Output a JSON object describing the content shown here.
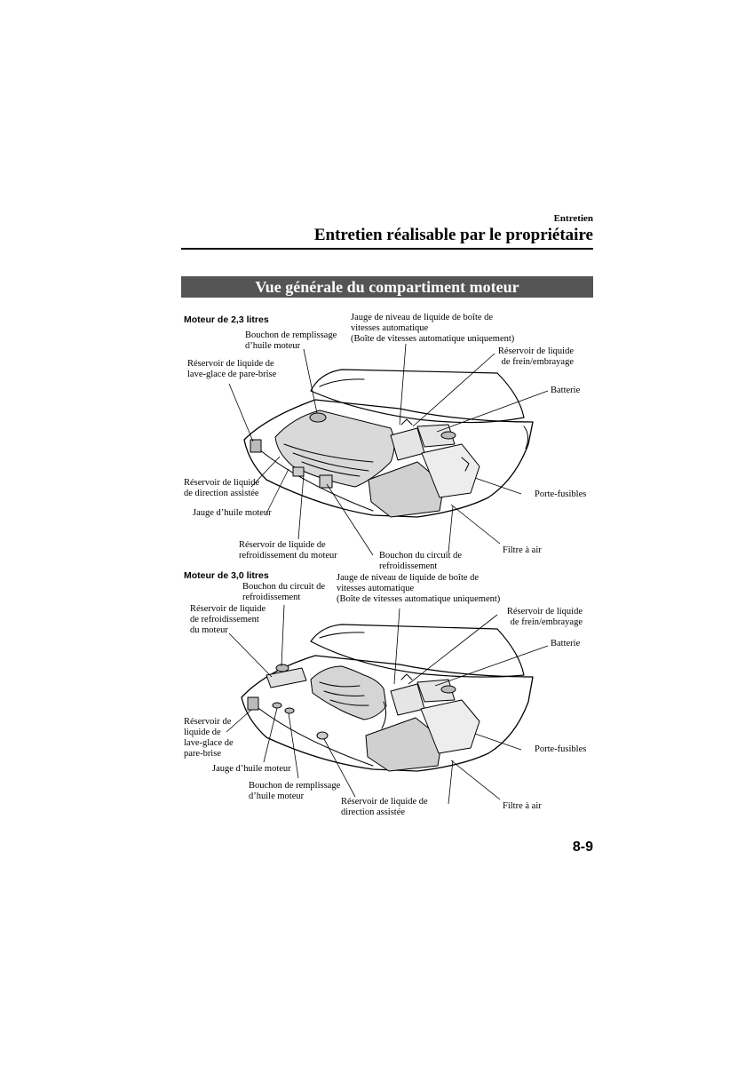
{
  "header": {
    "section": "Entretien",
    "title": "Entretien réalisable par le propriétaire"
  },
  "banner": "Vue générale du compartiment moteur",
  "diagram1": {
    "subtitle": "Moteur de 2,3 litres",
    "labels": {
      "jauge_bva": [
        "Jauge de niveau de liquide de boîte de",
        "vitesses automatique",
        "(Boîte de vitesses automatique uniquement)"
      ],
      "bouchon_huile": [
        "Bouchon de remplissage",
        "d’huile moteur"
      ],
      "lave_glace": [
        "Réservoir de liquide de",
        "lave-glace de pare-brise"
      ],
      "frein": [
        "Réservoir de liquide",
        "de frein/embrayage"
      ],
      "batterie": [
        "Batterie"
      ],
      "direction": [
        "Réservoir de liquide",
        "de direction assistée"
      ],
      "porte_fusibles": [
        "Porte-fusibles"
      ],
      "jauge_huile": [
        "Jauge d’huile moteur"
      ],
      "refroidissement": [
        "Réservoir de liquide de",
        "refroidissement du moteur"
      ],
      "bouchon_circuit": [
        "Bouchon du circuit de",
        "refroidissement"
      ],
      "filtre": [
        "Filtre à air"
      ]
    }
  },
  "diagram2": {
    "subtitle": "Moteur de 3,0 litres",
    "labels": {
      "bouchon_circuit": [
        "Bouchon du circuit de",
        "refroidissement"
      ],
      "jauge_bva": [
        "Jauge de niveau de liquide de boîte de",
        "vitesses automatique",
        "(Boîte de vitesses automatique uniquement)"
      ],
      "refroidissement": [
        "Réservoir de liquide",
        "de refroidissement",
        "du moteur"
      ],
      "frein": [
        "Réservoir de liquide",
        "de frein/embrayage"
      ],
      "batterie": [
        "Batterie"
      ],
      "lave_glace": [
        "Réservoir de",
        "liquide de",
        "lave-glace de",
        "pare-brise"
      ],
      "porte_fusibles": [
        "Porte-fusibles"
      ],
      "jauge_huile": [
        "Jauge d’huile moteur"
      ],
      "bouchon_huile": [
        "Bouchon de remplissage",
        "d’huile moteur"
      ],
      "direction": [
        "Réservoir de liquide de",
        "direction assistée"
      ],
      "filtre": [
        "Filtre à air"
      ]
    }
  },
  "page_number": "8-9"
}
